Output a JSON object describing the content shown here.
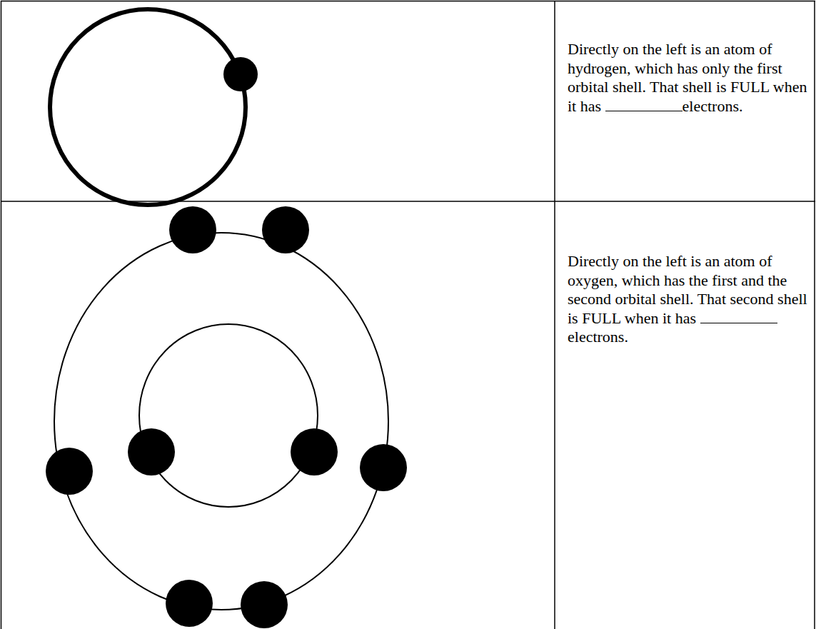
{
  "diagram": {
    "nodes": [
      {
        "text": [
          "Directly on the left is an atom of hydrogen, which has only the first orbital shell. That shell is FULL when it has",
          "electrons."
        ]
      },
      {
        "text": [
          "Directly on the left is an atom of oxygen, which has the first and the second orbital shell. That second shell is FULL when it has",
          "electrons."
        ]
      }
    ]
  }
}
